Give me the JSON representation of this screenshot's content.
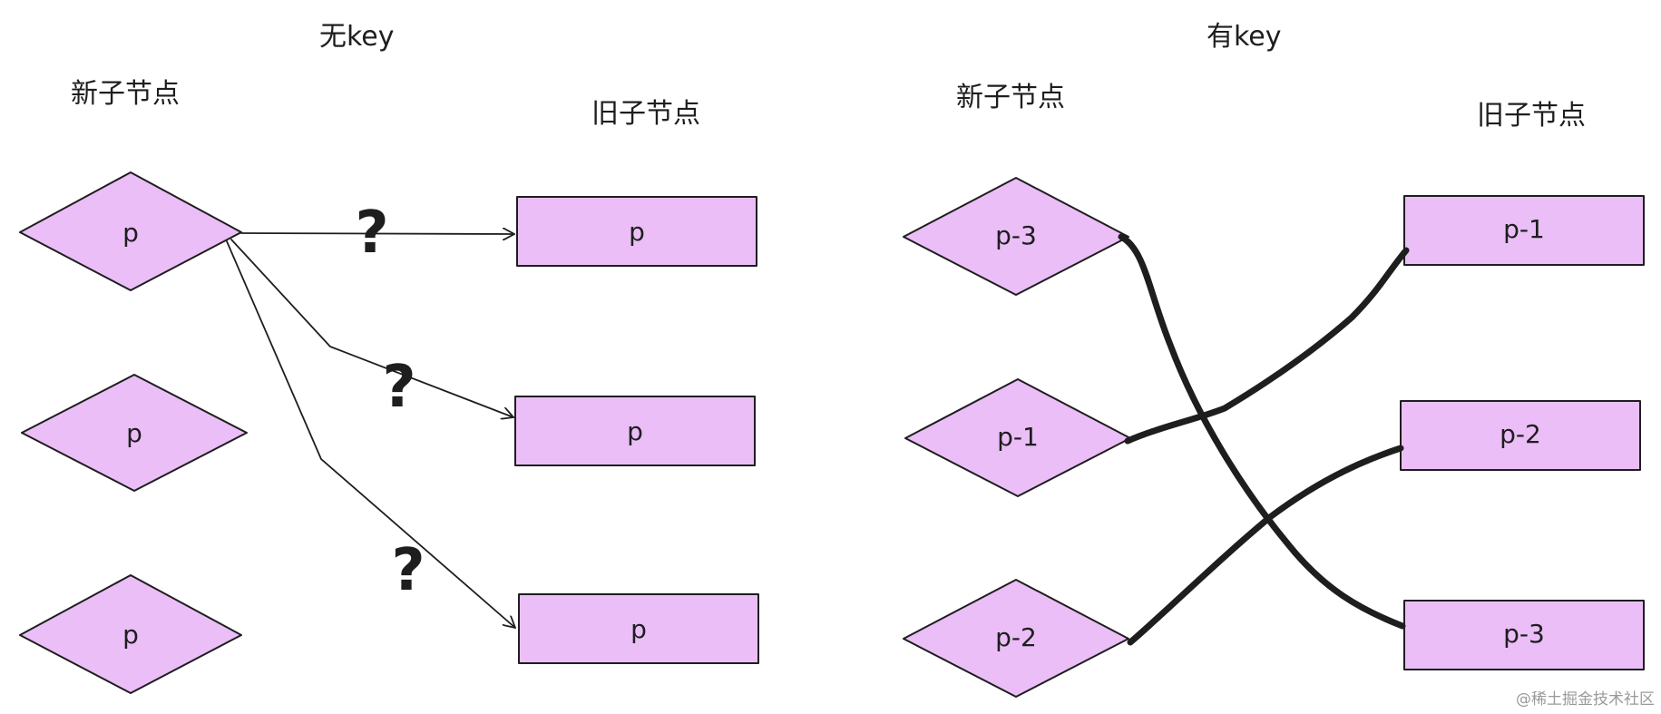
{
  "colors": {
    "node_fill": "#ebbef7",
    "stroke": "#1e1e1e",
    "watermark": "#9a9a9a"
  },
  "left_panel": {
    "title": "无key",
    "new_heading": "新子节点",
    "old_heading": "旧子节点",
    "new_nodes": [
      "p",
      "p",
      "p"
    ],
    "old_nodes": [
      "p",
      "p",
      "p"
    ],
    "question_mark": "?"
  },
  "right_panel": {
    "title": "有key",
    "new_heading": "新子节点",
    "old_heading": "旧子节点",
    "new_nodes": [
      "p-3",
      "p-1",
      "p-2"
    ],
    "old_nodes": [
      "p-1",
      "p-2",
      "p-3"
    ]
  },
  "watermark": "@稀土掘金技术社区"
}
